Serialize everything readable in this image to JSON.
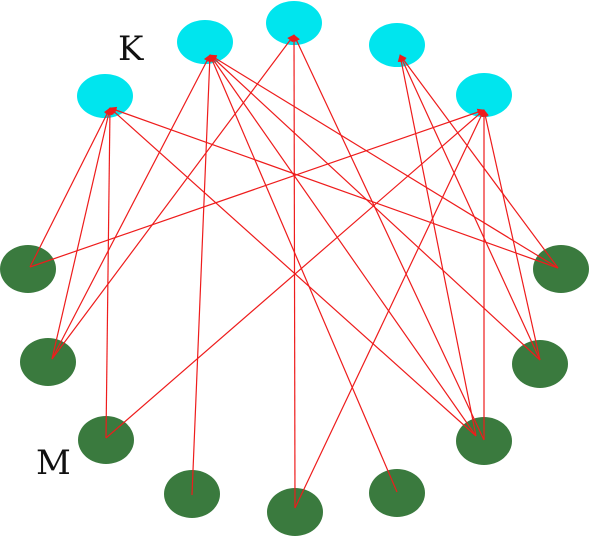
{
  "labels": {
    "top_set": "K",
    "bottom_set": "M"
  },
  "colors": {
    "top_node": "#00e5ee",
    "bottom_node": "#3a7a3e",
    "edge": "#ee1c1c",
    "background": "#ffffff"
  },
  "top_node_ids": [
    "K1",
    "K2",
    "K3",
    "K4",
    "K5"
  ],
  "bottom_node_ids": [
    "M1",
    "M2",
    "M3",
    "M4",
    "M5",
    "M6",
    "M7",
    "M8",
    "M9",
    "M10"
  ],
  "edges": [
    [
      "M1",
      "K1"
    ],
    [
      "M2",
      "K1"
    ],
    [
      "M3",
      "K1"
    ],
    [
      "M9",
      "K1"
    ],
    [
      "M10",
      "K1"
    ],
    [
      "M2",
      "K2"
    ],
    [
      "M4",
      "K2"
    ],
    [
      "M6",
      "K2"
    ],
    [
      "M8",
      "K2"
    ],
    [
      "M9",
      "K2"
    ],
    [
      "M10",
      "K2"
    ],
    [
      "M2",
      "K3"
    ],
    [
      "M5",
      "K3"
    ],
    [
      "M7",
      "K3"
    ],
    [
      "M8",
      "K4"
    ],
    [
      "M9",
      "K4"
    ],
    [
      "M10",
      "K4"
    ],
    [
      "M1",
      "K5"
    ],
    [
      "M3",
      "K5"
    ],
    [
      "M5",
      "K5"
    ],
    [
      "M7",
      "K5"
    ],
    [
      "M8",
      "K5"
    ]
  ]
}
